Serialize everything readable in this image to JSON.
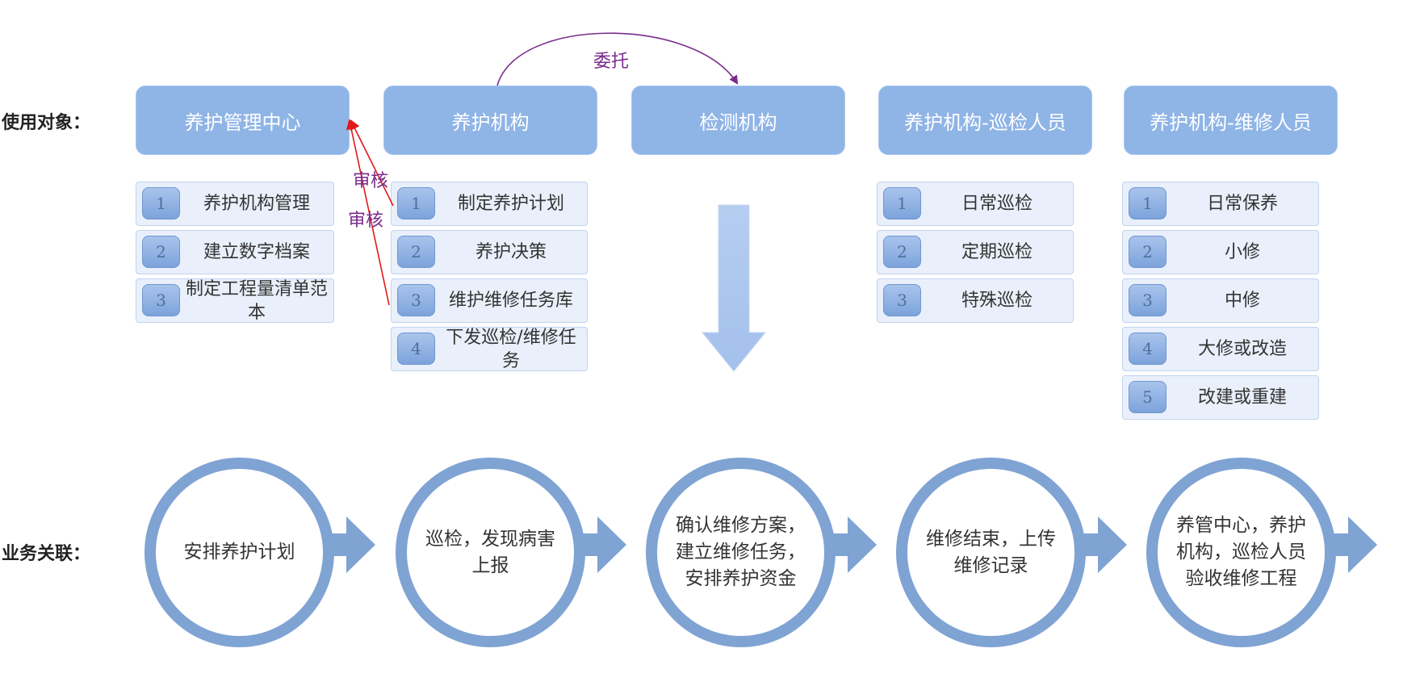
{
  "labels": {
    "users": "使用对象：",
    "business": "业务关联："
  },
  "roles": [
    "养护管理中心",
    "养护机构",
    "检测机构",
    "养护机构-巡检人员",
    "养护机构-维修人员"
  ],
  "columns": [
    {
      "items": [
        {
          "num": "1",
          "text": "养护机构管理"
        },
        {
          "num": "2",
          "text": "建立数字档案"
        },
        {
          "num": "3",
          "text": "制定工程量清单范本"
        }
      ]
    },
    {
      "items": [
        {
          "num": "1",
          "text": "制定养护计划"
        },
        {
          "num": "2",
          "text": "养护决策"
        },
        {
          "num": "3",
          "text": "维护维修任务库"
        },
        {
          "num": "4",
          "text": "下发巡检/维修任务"
        }
      ]
    },
    {
      "items": [
        {
          "num": "1",
          "text": "日常巡检"
        },
        {
          "num": "2",
          "text": "定期巡检"
        },
        {
          "num": "3",
          "text": "特殊巡检"
        }
      ]
    },
    {
      "items": [
        {
          "num": "1",
          "text": "日常保养"
        },
        {
          "num": "2",
          "text": "小修"
        },
        {
          "num": "3",
          "text": "中修"
        },
        {
          "num": "4",
          "text": "大修或改造"
        },
        {
          "num": "5",
          "text": "改建或重建"
        }
      ]
    }
  ],
  "annotations": {
    "entrust": "委托",
    "review_1": "审核",
    "review_2": "审核"
  },
  "flow": [
    "安排养护计划",
    "巡检，发现病害\n上报",
    "确认维修方案，\n建立维修任务，\n安排养护资金",
    "维修结束，上传\n维修记录",
    "养管中心，养护\n机构，巡检人员\n验收维修工程"
  ],
  "colors": {
    "role_fill": "#8fb4e6",
    "circle_ring": "#7fa3d3",
    "annotation": "#7a2c8c",
    "review_arrow": "#e0191b"
  }
}
